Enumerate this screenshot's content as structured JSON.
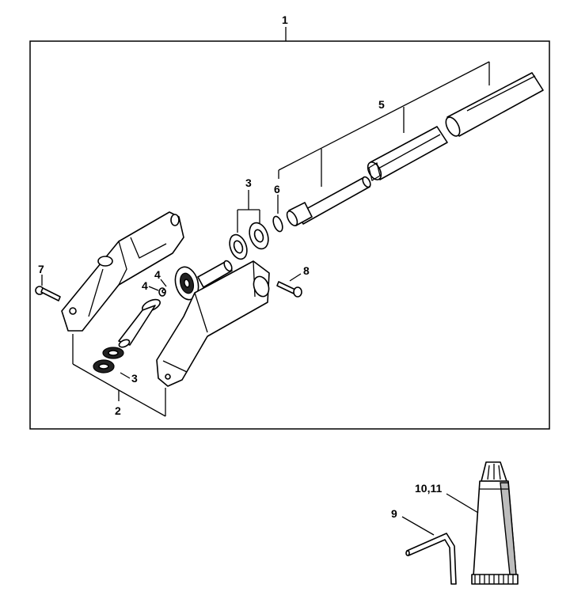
{
  "callouts": {
    "c1": "1",
    "c2": "2",
    "c3a": "3",
    "c3b": "3",
    "c4": "4",
    "c5": "5",
    "c6": "6",
    "c7": "7",
    "c8": "8",
    "c9": "9",
    "c10_11": "10,11"
  },
  "colors": {
    "line": "#000000",
    "background": "#ffffff",
    "shade": "#bdbdbd",
    "dark": "#222222"
  }
}
